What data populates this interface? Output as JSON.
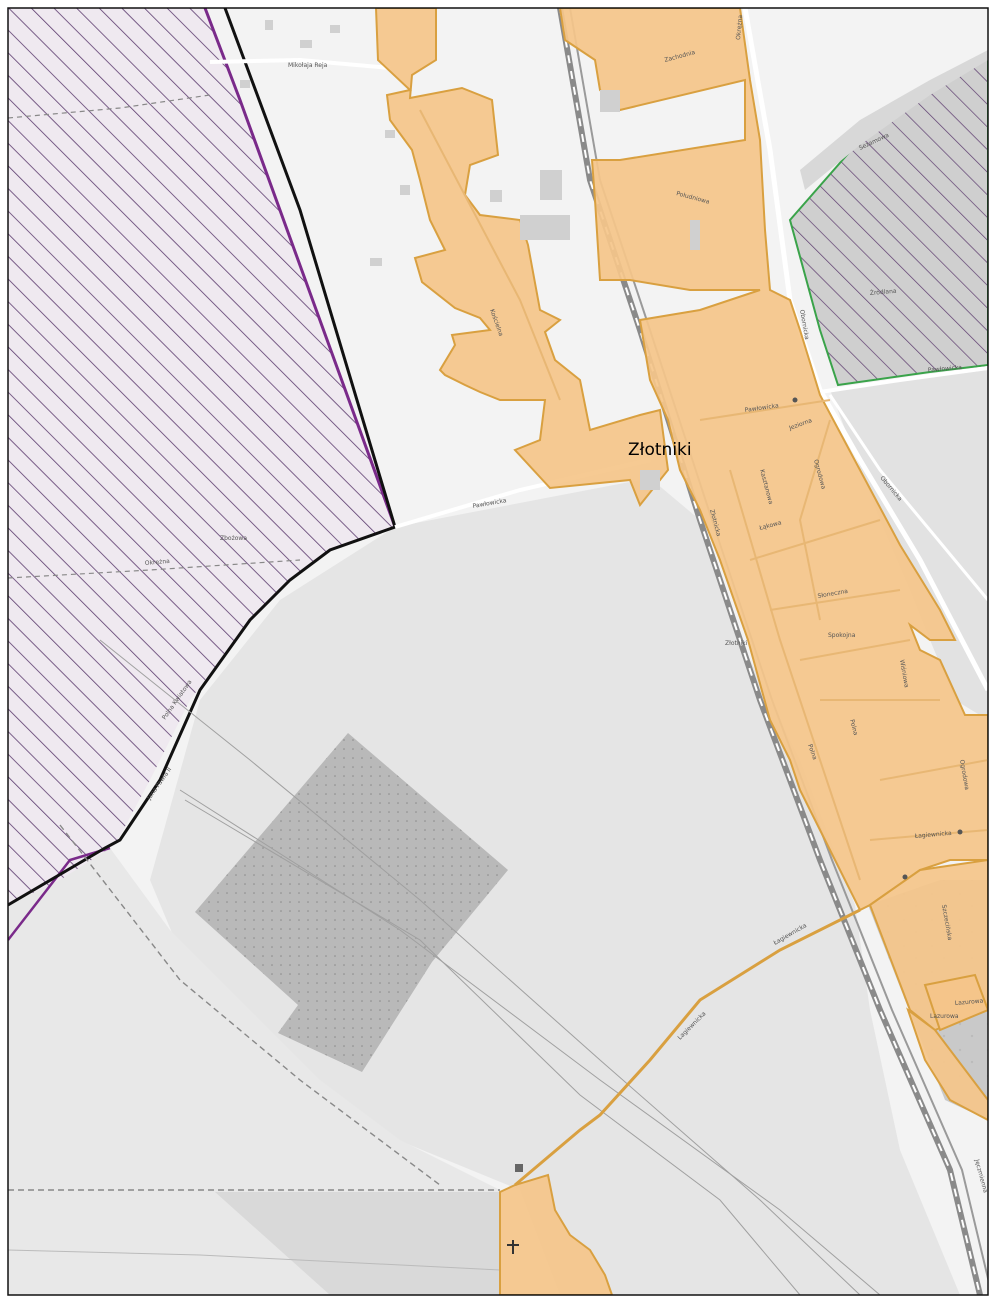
{
  "place_label": "Złotniki",
  "street_labels": [
    "Mikołaja Reja",
    "Zachodnia",
    "Okrężna",
    "Południowa",
    "Obornicka",
    "Pawłowicka",
    "Pawłowicka",
    "Złotniki",
    "Spokojna",
    "Łąkowa",
    "Wiśniowa",
    "Ogrodowa",
    "Polna",
    "Słoneczna",
    "Kasztanowa",
    "Jeziorna",
    "Ogrodowa",
    "Lazurowa",
    "Polna",
    "Łagiewnicka",
    "Lagiewnicka",
    "Łagiewnicka",
    "Szczecińska",
    "Lazurowa",
    "Pawłowicka",
    "Obornicka",
    "Okrężna",
    "Kościelna",
    "Złotnicka",
    "Źródlana",
    "Sezamowa",
    "Jęczmienna",
    "Zbożowa",
    "Polna Kwiatowa",
    "Jana Pawła II"
  ],
  "colors": {
    "map_background": "#f2f2f2",
    "settlement_fill": "#f5c58a",
    "settlement_border": "#d9a040",
    "protected_area_hatch": "#5c3b6e",
    "protected_area_border": "#7a2a8a",
    "boundary_line": "#111111",
    "green_area_border": "#3aa34a",
    "railway": "#777777",
    "road_orange": "#d9a040"
  },
  "icons": [
    "church-icon",
    "bus-stop-icon"
  ]
}
